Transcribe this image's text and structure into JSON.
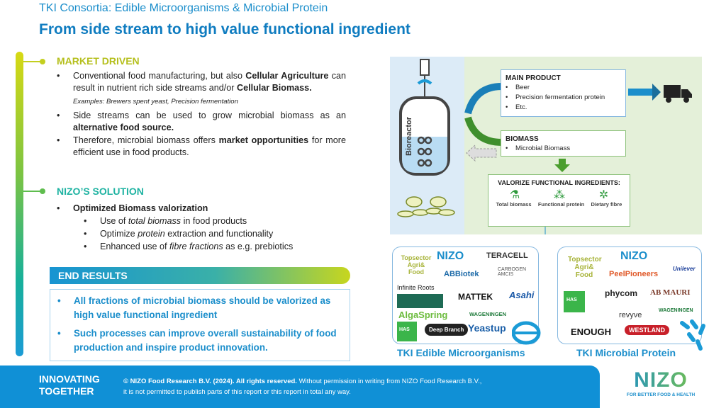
{
  "header": {
    "supertitle": "TKI Consortia: Edible Microorganisms & Microbial Protein",
    "title": "From side stream to high value functional ingredient"
  },
  "market": {
    "heading": "MARKET DRIVEN",
    "b1": [
      "Conventional food manufacturing, but also ",
      "Cellular Agriculture",
      " can result in nutrient rich side streams and/or ",
      "Cellular Biomass."
    ],
    "examples": "Examples: Brewers spent yeast, Precision fermentation",
    "b2": [
      "Side streams can be used to grow microbial biomass as an ",
      "alternative food source."
    ],
    "b3": [
      "Therefore, microbial biomass offers ",
      "market opportunities",
      " for more efficient use in food products."
    ]
  },
  "solution": {
    "heading": "NIZO’S SOLUTION",
    "main": "Optimized Biomass valorization",
    "s1": [
      "Use of ",
      "total biomass",
      " in food products"
    ],
    "s2": [
      "Optimize ",
      "protein",
      " extraction and functionality"
    ],
    "s3": [
      "Enhanced use of ",
      "fibre fractions",
      " as e.g. prebiotics"
    ]
  },
  "results": {
    "heading": "END RESULTS",
    "items": [
      "All fractions of microbial biomass should be valorized as high value functional ingredient",
      "Such processes can improve overall sustainability of food production and inspire product innovation."
    ]
  },
  "diagram": {
    "bioreactor": "Bioreactor",
    "main_product": {
      "title": "MAIN PRODUCT",
      "items": [
        "Beer",
        "Precision fermentation protein",
        "Etc."
      ]
    },
    "biomass": {
      "title": "BIOMASS",
      "items": [
        "Microbial Biomass"
      ]
    },
    "valorize": {
      "title": "VALORIZE FUNCTIONAL INGREDIENTS:",
      "items": [
        "Total biomass",
        "Functional protein",
        "Dietary fibre"
      ]
    }
  },
  "consortia": [
    {
      "label": "TKI Edible Microorganisms",
      "logos": [
        "Topsector Agri& Food",
        "NIZO",
        "TERACELL",
        "ABBiotek",
        "CARBOGEN AMCIS",
        "Infinite Roots",
        "MATTEK",
        "Asahi",
        "AlgaSpring",
        "WAGENINGEN",
        "HAS",
        "Deep Branch",
        "Yeastup"
      ]
    },
    {
      "label": "TKI Microbial Protein",
      "logos": [
        "Topsector Agri& Food",
        "NIZO",
        "Unilever",
        "PeelPioneers",
        "HAS",
        "phycom",
        "AB MAURI",
        "revyve",
        "WAGENINGEN",
        "ENOUGH",
        "WESTLAND"
      ]
    }
  ],
  "footer": {
    "tagline1": "INNOVATING",
    "tagline2": "TOGETHER",
    "copyright_bold": "© NIZO Food Research B.V. (2024). All rights reserved.",
    "copyright_rest": " Without permission in writing from NIZO Food Research B.V.,",
    "copyright_line2": "it is not permitted to publish parts of this report or this report in total any way.",
    "logo": "NIZO",
    "logo_sub": "FOR BETTER FOOD & HEALTH"
  },
  "colors": {
    "blue": "#1090d6",
    "green": "#7cc443",
    "yellow": "#c7d61e",
    "teal": "#18b09a"
  }
}
